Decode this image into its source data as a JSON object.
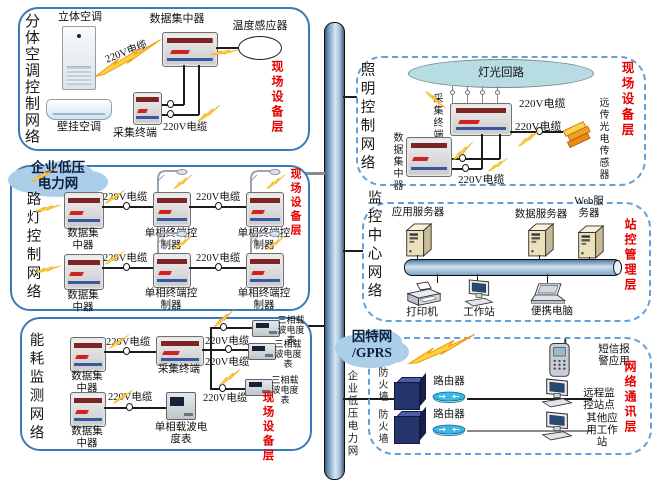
{
  "layer_labels": {
    "field": "现场设备层",
    "station": "站控管理层",
    "network": "网络通讯层"
  },
  "cable_label": "220V电缆",
  "bus_label": "企业低压电力网",
  "split_ac": {
    "title": "分体空调控制网络",
    "standing_ac": "立体空调",
    "wall_ac": "壁挂空调",
    "concentrator": "数据集中器",
    "temp_sensor": "温度感应器",
    "terminal": "采集终端"
  },
  "street_lamp": {
    "cloud": "企业低压\n电力网",
    "title": "路灯控制网络",
    "concentrator": "数据集\n中器",
    "controller": "单相终端控\n制器"
  },
  "energy": {
    "title": "能耗监测网络",
    "concentrator": "数据集\n中器",
    "terminal": "采集终端",
    "three_phase_meter": "三相载\n波电度\n表",
    "single_phase_meter": "单相载波电\n度表"
  },
  "lighting": {
    "title": "照明控制网络",
    "loop": "灯光回路",
    "terminal": "采集终端",
    "concentrator": "数据集中器",
    "sensor": "远传光电传感器"
  },
  "monitor_center": {
    "title": "监控中心网络",
    "app_server": "应用服务器",
    "data_server": "数据服务器",
    "web_server": "Web服\n务器",
    "printer": "打印机",
    "workstation": "工作站",
    "laptop": "便携电脑"
  },
  "network_comm": {
    "cloud": "因特网\n/GPRS",
    "firewall": "防火墙",
    "router": "路由器",
    "sms_app": "短信报\n警应用",
    "remote_station": "远程监\n控站点",
    "other_station": "其他应\n用工作\n站"
  },
  "colors": {
    "box_border": "#3b79b8",
    "dashed_border": "#64a0d8",
    "layer_red": "#e60000",
    "bus_fill": "#a3bed7",
    "cloud_fill": "#abcfe8",
    "lamp_loop_fill": "#b7dde2",
    "lightning": "#ffd23e"
  }
}
